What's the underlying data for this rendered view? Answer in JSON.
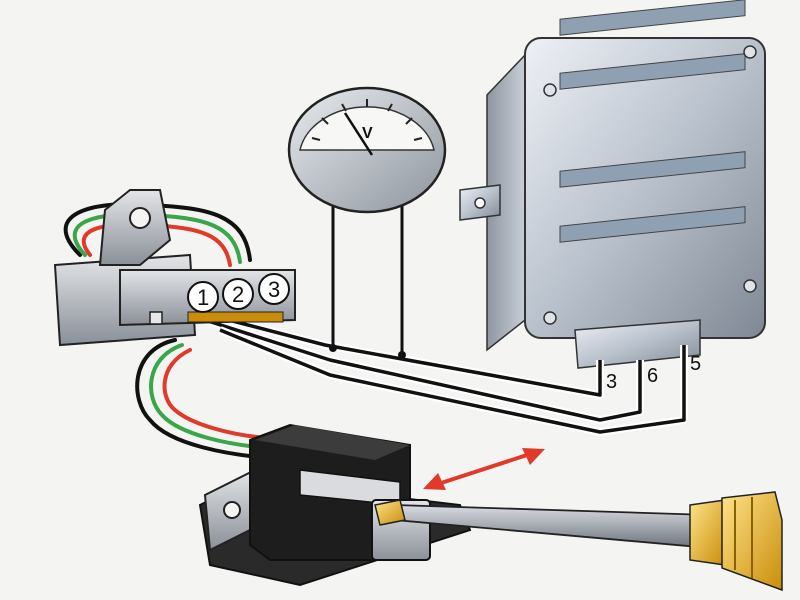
{
  "diagram": {
    "voltmeter": {
      "unit_label": "V"
    },
    "connector": {
      "pins": [
        "1",
        "2",
        "3"
      ]
    },
    "control_unit": {
      "terminals": [
        "3",
        "6",
        "5"
      ]
    },
    "wire_colors": {
      "red": "#e03a2a",
      "green": "#3aa64a",
      "black": "#111111",
      "white": "#ffffff"
    },
    "icons": [
      "voltmeter-icon",
      "screwdriver-icon",
      "hall-sensor-icon",
      "connector-icon",
      "control-unit-icon",
      "double-arrow-icon"
    ]
  }
}
